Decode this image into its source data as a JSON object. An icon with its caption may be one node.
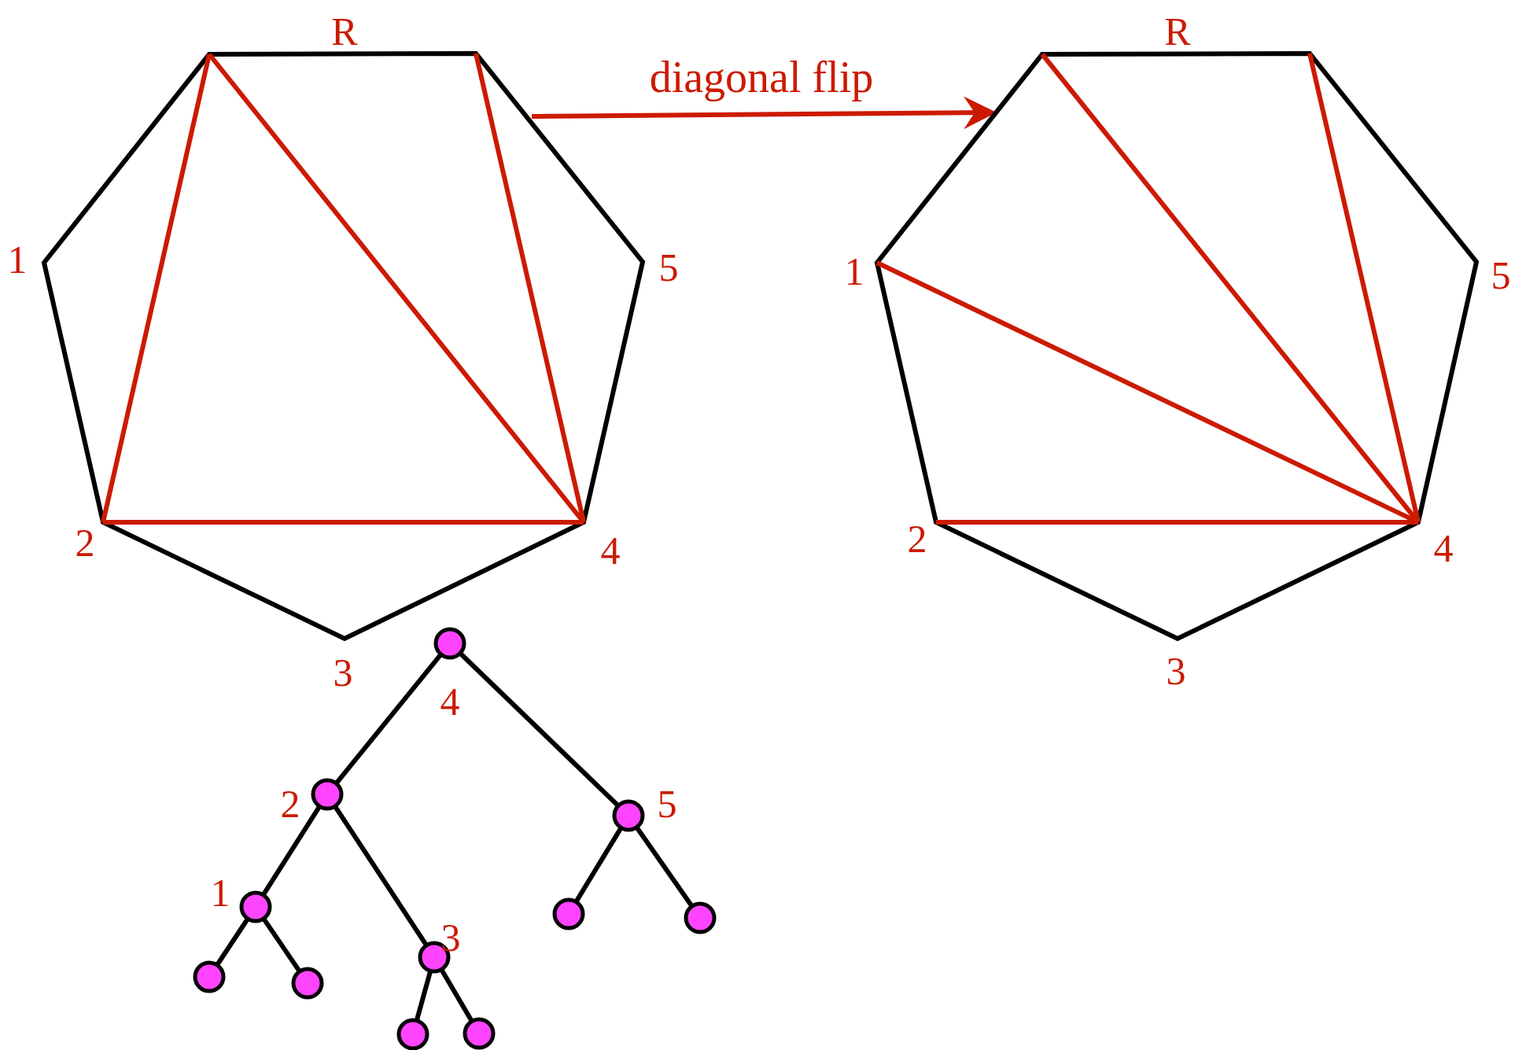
{
  "diagram": {
    "nodes": [
      {
        "text": [],
        "shape": "polygon",
        "beside": [
          "R",
          "1",
          "5",
          "2",
          "4",
          "3"
        ]
      },
      {
        "text": [],
        "shape": "polygon",
        "beside": [
          "R",
          "1",
          "5",
          "2",
          "4",
          "3"
        ]
      },
      {
        "text": [],
        "shape": "circle",
        "beside": [
          "4"
        ]
      },
      {
        "text": [],
        "shape": "circle",
        "beside": [
          "2"
        ]
      },
      {
        "text": [],
        "shape": "circle",
        "beside": [
          "5"
        ]
      },
      {
        "text": [],
        "shape": "circle",
        "beside": [
          "1"
        ]
      },
      {
        "text": [],
        "shape": "circle",
        "beside": [
          "3"
        ]
      },
      {
        "text": [],
        "shape": "circle"
      },
      {
        "text": [],
        "shape": "circle"
      },
      {
        "text": [],
        "shape": "circle"
      },
      {
        "text": [],
        "shape": "circle"
      },
      {
        "text": [],
        "shape": "circle"
      },
      {
        "text": [],
        "shape": "circle"
      }
    ],
    "edges": [
      {
        "from": 0,
        "to": 1,
        "arrow": "to",
        "label": "diagonal flip",
        "color": "#cc1a00"
      },
      {
        "from": 2,
        "to": 3,
        "arrow": "none"
      },
      {
        "from": 2,
        "to": 4,
        "arrow": "none"
      },
      {
        "from": 3,
        "to": 5,
        "arrow": "none"
      },
      {
        "from": 3,
        "to": 6,
        "arrow": "none"
      },
      {
        "from": 4,
        "to": 7,
        "arrow": "none"
      },
      {
        "from": 4,
        "to": 8,
        "arrow": "none"
      },
      {
        "from": 5,
        "to": 9,
        "arrow": "none"
      },
      {
        "from": 5,
        "to": 10,
        "arrow": "none"
      },
      {
        "from": 6,
        "to": 11,
        "arrow": "none"
      },
      {
        "from": 6,
        "to": 12,
        "arrow": "none"
      }
    ]
  }
}
